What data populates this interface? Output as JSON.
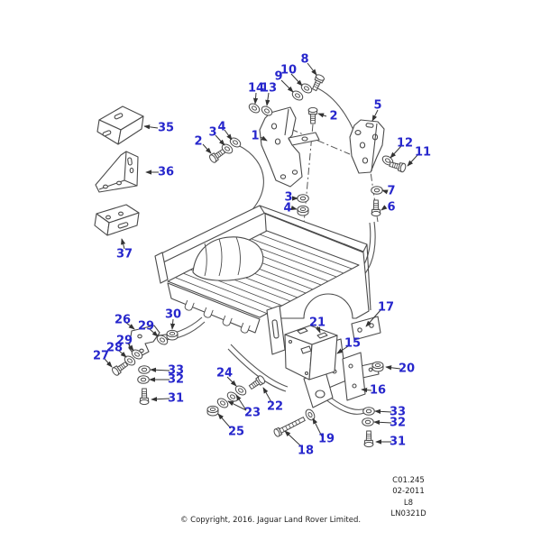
{
  "callouts": {
    "c1": "1",
    "c2": "2",
    "c3": "3",
    "c4": "4",
    "c5": "5",
    "c6": "6",
    "c7": "7",
    "c8": "8",
    "c9": "9",
    "c10": "10",
    "c11": "11",
    "c12": "12",
    "c13": "13",
    "c14": "14",
    "c15": "15",
    "c16": "16",
    "c17": "17",
    "c18": "18",
    "c19": "19",
    "c20": "20",
    "c21": "21",
    "c22": "22",
    "c23": "23",
    "c24": "24",
    "c25": "25",
    "c26": "26",
    "c27": "27",
    "c28": "28",
    "c29": "29",
    "c30": "30",
    "c31": "31",
    "c32": "32",
    "c33": "33",
    "c35": "35",
    "c36": "36",
    "c37": "37"
  },
  "info_box": {
    "code": "C01.245",
    "date": "02-2011",
    "page": "L8",
    "drawing_no": "LN0321D"
  },
  "copyright": "© Copyright, 2016. Jaguar Land Rover Limited.",
  "colors": {
    "callout_blue": "#2626cc",
    "art_line": "#4a4a4a",
    "leader_line": "#333333",
    "background": "#ffffff"
  }
}
